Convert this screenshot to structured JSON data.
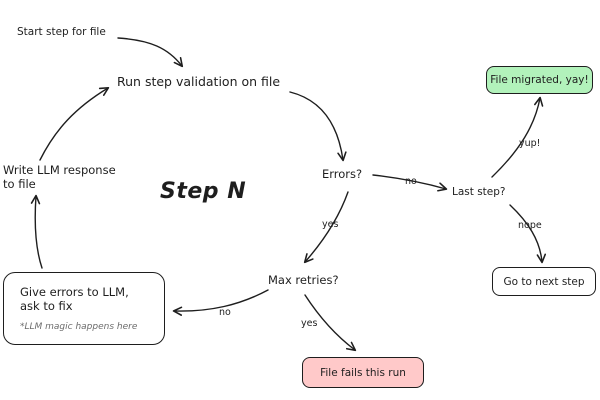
{
  "title": "Step N",
  "nodes": {
    "start": "Start step for file",
    "validation": "Run step validation on file",
    "errors": "Errors?",
    "max_retries": "Max retries?",
    "last_step": "Last step?",
    "write_llm_line1": "Write LLM response",
    "write_llm_line2": "to file",
    "give_errors_line1": "Give errors to LLM,",
    "give_errors_line2": "ask to fix",
    "llm_magic_note": "*LLM magic happens here",
    "file_migrated": "File migrated, yay!",
    "next_step": "Go to next step",
    "file_fails": "File fails this run"
  },
  "edge_labels": {
    "errors_no": "no",
    "errors_yes": "yes",
    "max_retries_no": "no",
    "max_retries_yes": "yes",
    "last_step_yes": "yup!",
    "last_step_no": "nope"
  },
  "colors": {
    "stroke": "#1e1e1e",
    "success_fill": "#b2f2bb",
    "failure_fill": "#ffc9c9",
    "neutral_fill": "#ffffff",
    "note_text": "#6c6c6c"
  }
}
